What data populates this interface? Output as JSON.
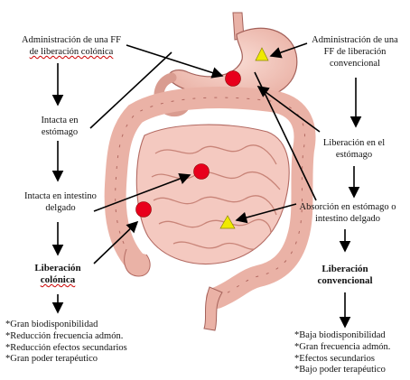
{
  "left": {
    "admin": [
      "Administración de una FF",
      "de liberación colónica"
    ],
    "stomach": [
      "Intacta en",
      "estómago"
    ],
    "intestine": [
      "Intacta en intestino",
      "delgado"
    ],
    "release": [
      "Liberación",
      "colónica"
    ],
    "benefits": [
      "*Gran biodisponibilidad",
      "*Reducción frecuencia admón.",
      "*Reducción efectos secundarios",
      "*Gran poder terapéutico"
    ]
  },
  "right": {
    "admin": [
      "Administración de una",
      "FF de liberación",
      "convencional"
    ],
    "stomach": [
      "Liberación en el",
      "estómago"
    ],
    "absorption": [
      "Absorción en estómago o",
      "intestino delgado"
    ],
    "release": [
      "Liberación",
      "convencional"
    ],
    "drawbacks": [
      "*Baja biodisponibilidad",
      "*Gran frecuencia admón.",
      "*Efectos secundarios",
      "*Bajo poder terapéutico"
    ]
  },
  "colors": {
    "tissue": "#f2c2b8",
    "tissue_outline": "#b36a62",
    "colonic_marker": "#e8001c",
    "conventional_marker": "#f0ea00"
  }
}
